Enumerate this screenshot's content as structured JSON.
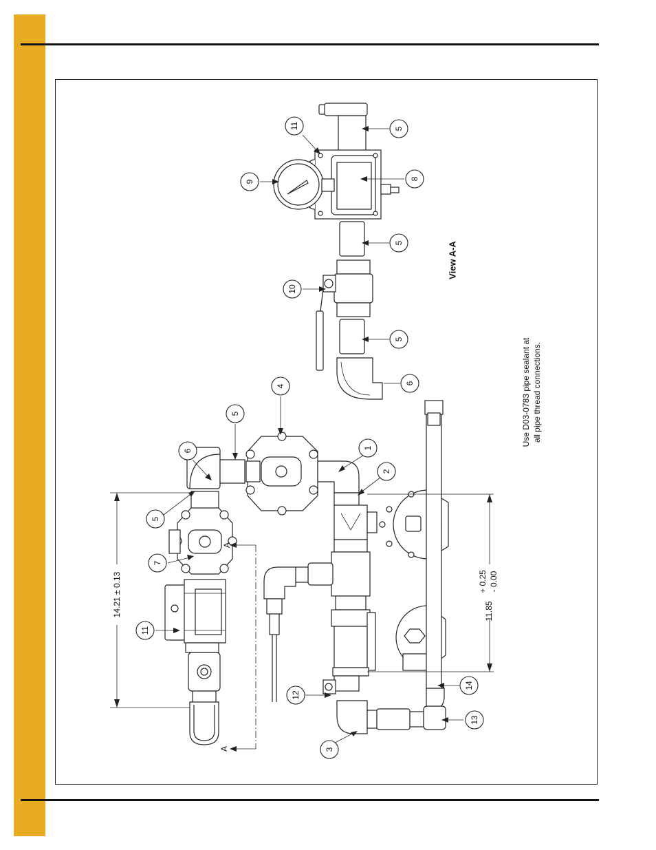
{
  "callouts": {
    "c1": "1",
    "c2": "2",
    "c3": "3",
    "c4": "4",
    "c5a": "5",
    "c5b": "5",
    "c6": "6",
    "c7": "7",
    "c11a": "11",
    "c12": "12",
    "c13": "13",
    "c14": "14",
    "v5a": "5",
    "v5b": "5",
    "v5c": "5",
    "v6": "6",
    "v8": "8",
    "v9": "9",
    "v10": "10",
    "v11": "11"
  },
  "section_marks": {
    "a_top": "A",
    "a_bottom": "A"
  },
  "dimensions": {
    "overall": "14.21 ± 0.13",
    "center_value": "11.85",
    "center_plus": "+ 0.25",
    "center_minus": "- 0.00"
  },
  "view_label": "View A-A",
  "note": {
    "line1": "Use D03-0783 pipe sealant at",
    "line2": "all pipe thread connections."
  },
  "colors": {
    "side_tab": "#e8ac24",
    "ink": "#111111"
  }
}
